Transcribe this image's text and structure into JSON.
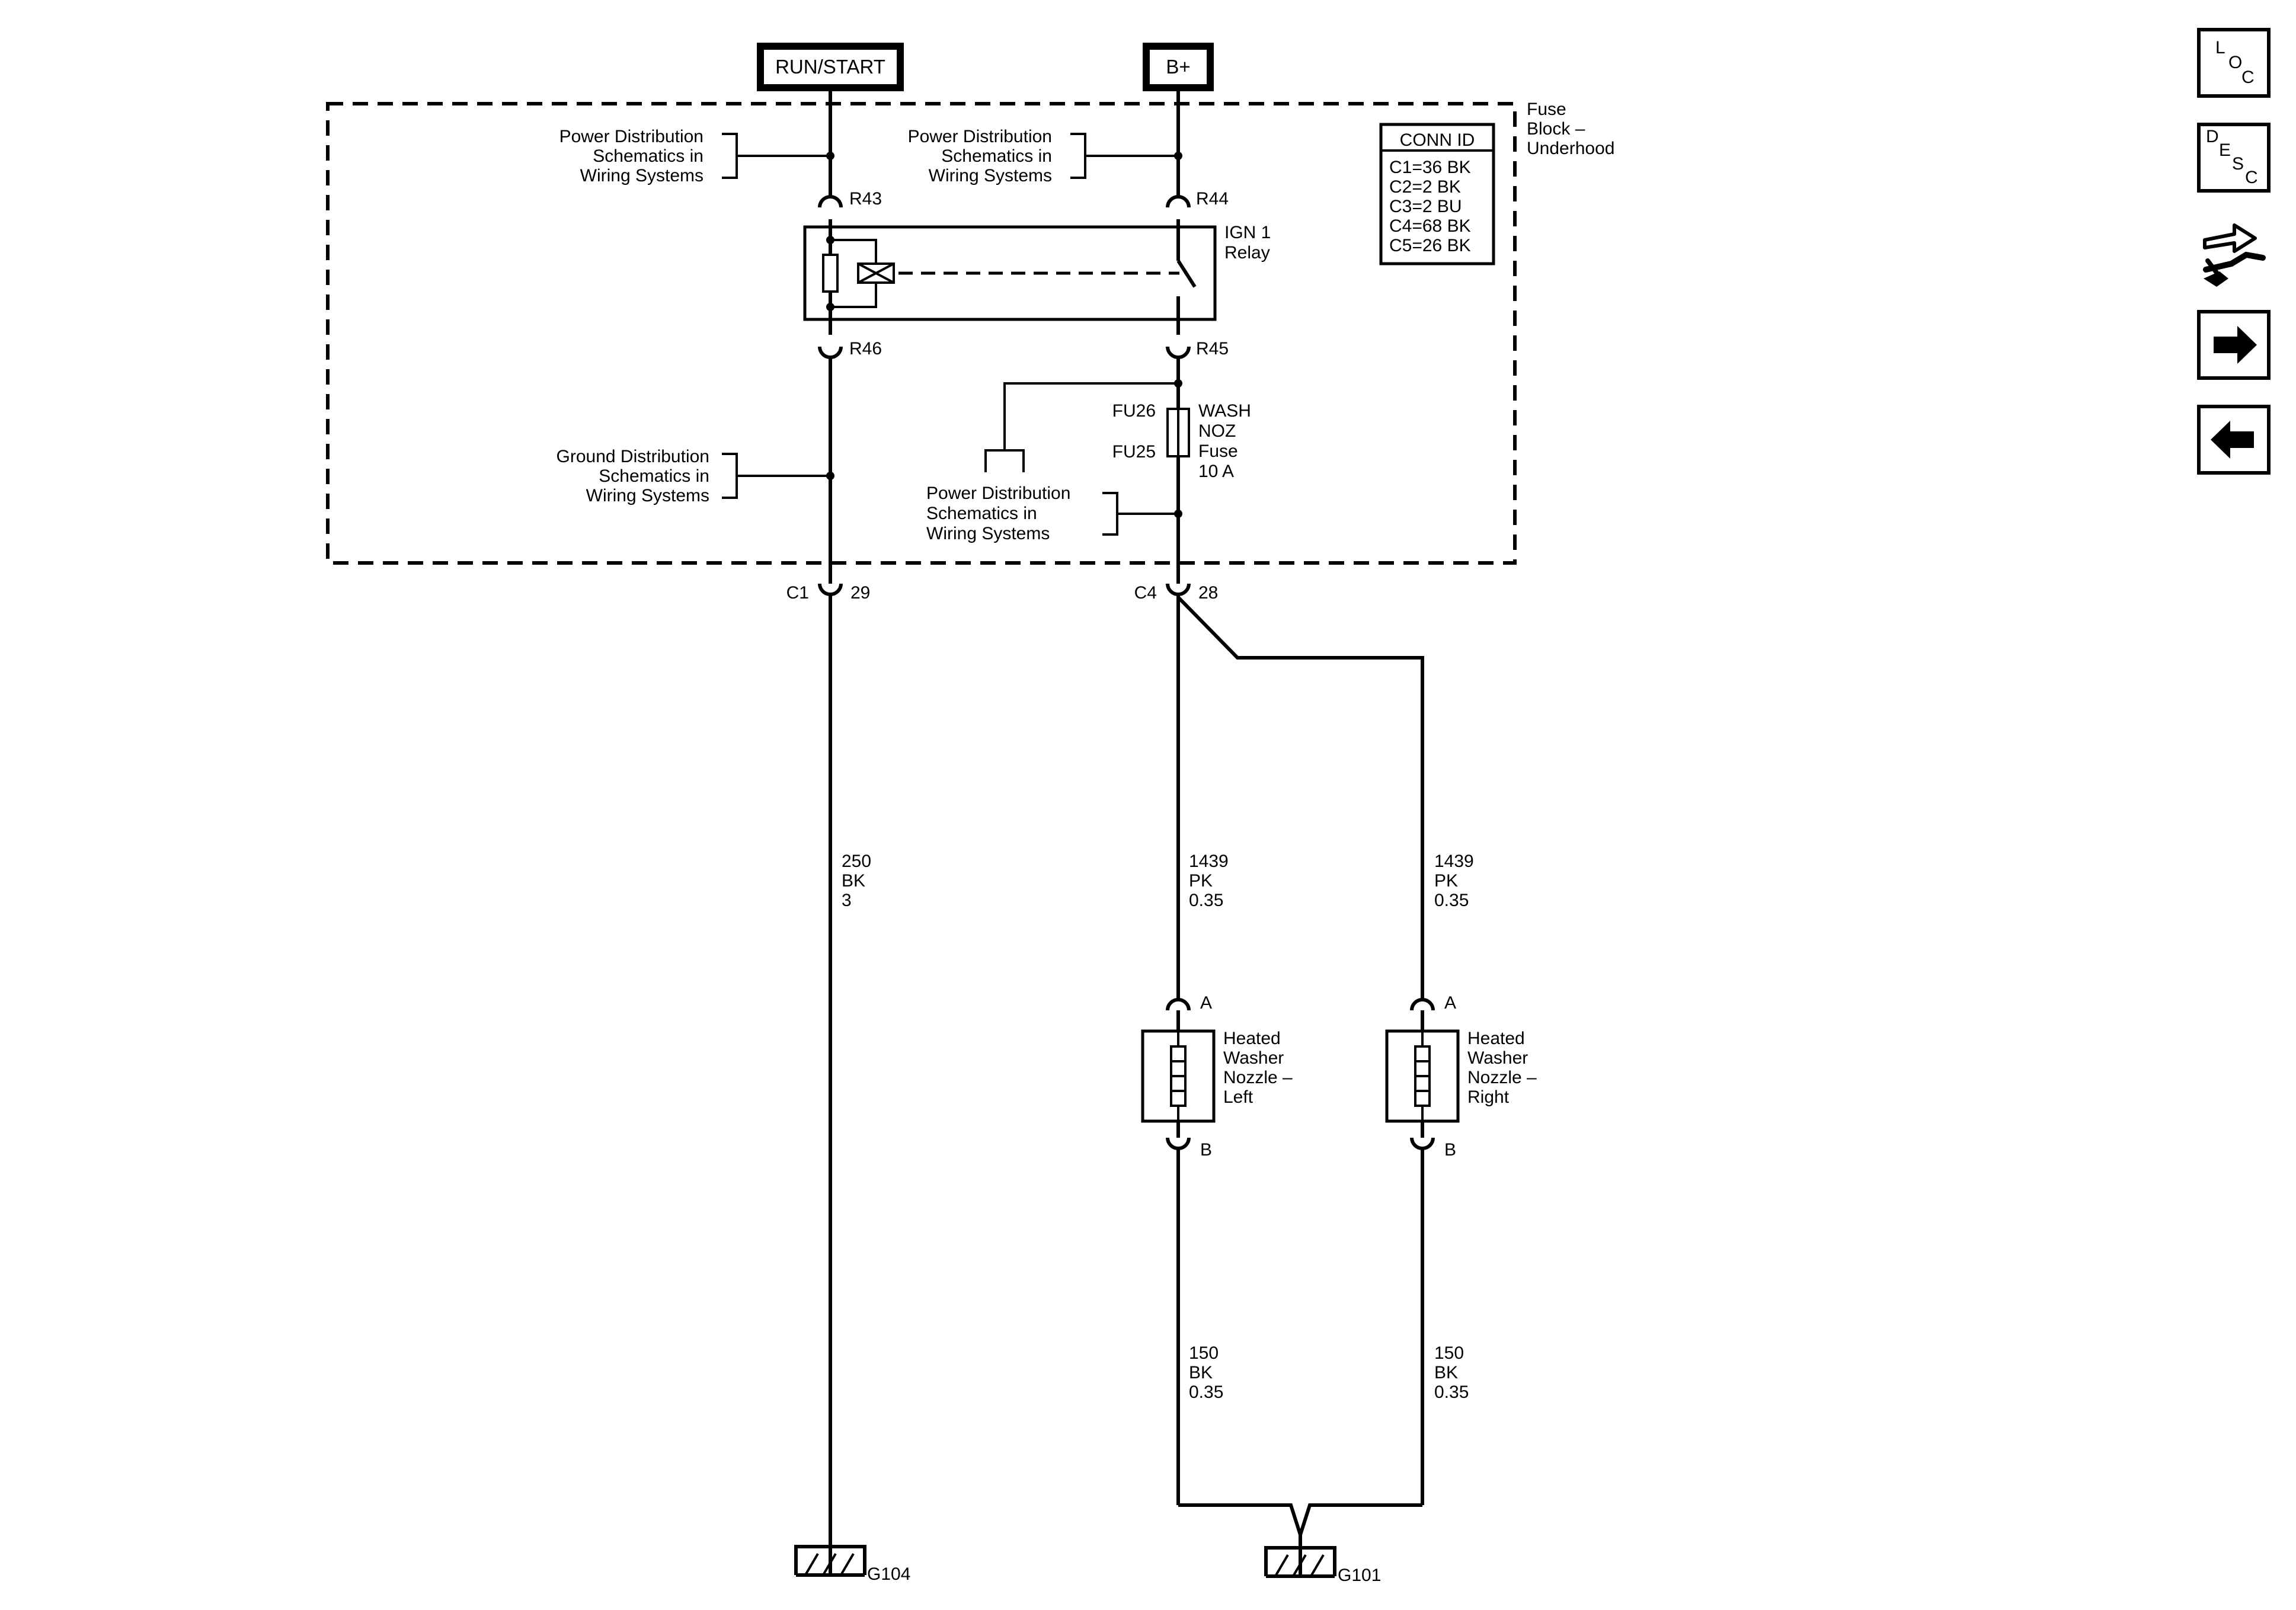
{
  "supplies": {
    "run_start": "RUN/START",
    "b_plus": "B+"
  },
  "fuse_block": {
    "name": [
      "Fuse",
      "Block –",
      "Underhood"
    ]
  },
  "conn_id": {
    "title": "CONN ID",
    "rows": [
      "C1=36 BK",
      "C2=2 BK",
      "C3=2 BU",
      "C4=68 BK",
      "C5=26 BK"
    ]
  },
  "refs": {
    "power_dist": [
      "Power Distribution",
      "Schematics in",
      "Wiring Systems"
    ],
    "ground_dist": [
      "Ground Distribution",
      "Schematics in",
      "Wiring Systems"
    ]
  },
  "relay": {
    "name": [
      "IGN 1",
      "Relay"
    ]
  },
  "terminals": {
    "r43": "R43",
    "r44": "R44",
    "r46": "R46",
    "r45": "R45"
  },
  "fuse": {
    "fu26": "FU26",
    "fu25": "FU25",
    "label": [
      "WASH",
      "NOZ",
      "Fuse",
      "10 A"
    ]
  },
  "connectors": {
    "c1": "C1",
    "c1_pin": "29",
    "c4": "C4",
    "c4_pin": "28"
  },
  "wires": {
    "ground_main": [
      "250",
      "BK",
      "3"
    ],
    "feed_left": [
      "1439",
      "PK",
      "0.35"
    ],
    "feed_right": [
      "1439",
      "PK",
      "0.35"
    ],
    "return_left": [
      "150",
      "BK",
      "0.35"
    ],
    "return_right": [
      "150",
      "BK",
      "0.35"
    ]
  },
  "nozzles": {
    "left": {
      "pin_a": "A",
      "pin_b": "B",
      "label": [
        "Heated",
        "Washer",
        "Nozzle –",
        "Left"
      ]
    },
    "right": {
      "pin_a": "A",
      "pin_b": "B",
      "label": [
        "Heated",
        "Washer",
        "Nozzle –",
        "Right"
      ]
    }
  },
  "grounds": {
    "g104": "G104",
    "g101": "G101"
  },
  "nav": {
    "loc": [
      "L",
      "O",
      "C"
    ],
    "desc": [
      "D",
      "E",
      "S",
      "C"
    ],
    "icons": [
      "connector-tool-icon",
      "arrow-right-icon",
      "arrow-left-icon"
    ]
  }
}
